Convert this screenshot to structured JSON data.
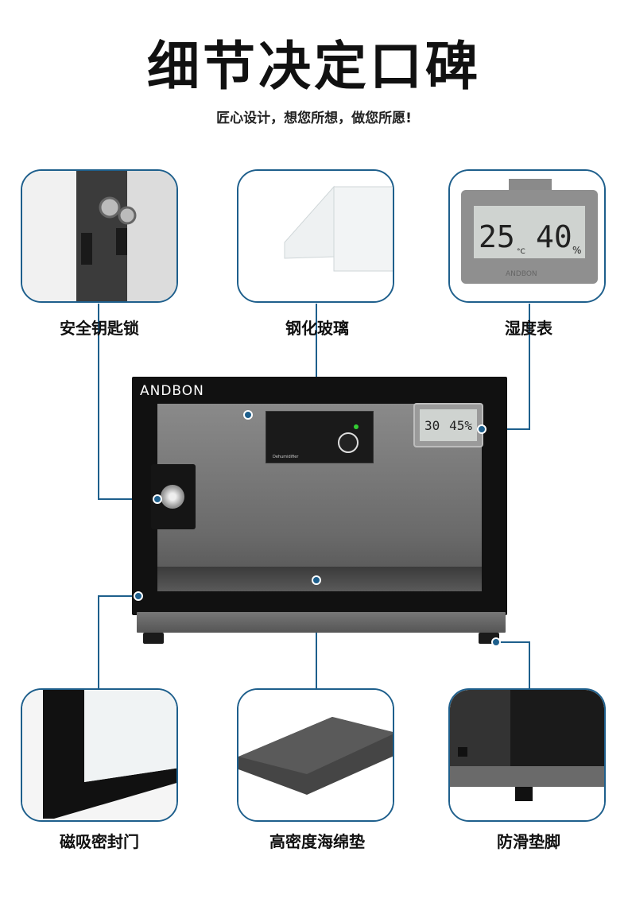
{
  "header": {
    "title": "细节决定口碑",
    "subtitle": "匠心设计，想您所想，做您所愿!"
  },
  "features": [
    {
      "label": "安全钥匙锁",
      "icon": "key-lock-icon"
    },
    {
      "label": "钢化玻璃",
      "icon": "glass-panel-icon"
    },
    {
      "label": "湿度表",
      "icon": "hygrometer-icon"
    },
    {
      "label": "磁吸密封门",
      "icon": "door-frame-icon"
    },
    {
      "label": "高密度海绵垫",
      "icon": "sponge-pad-icon"
    },
    {
      "label": "防滑垫脚",
      "icon": "foot-pad-icon"
    }
  ],
  "cabinet": {
    "brand": "ANDBON",
    "panel_label": "Dehumidifier",
    "hygro_temp": "30",
    "hygro_hum": "45%"
  },
  "hygrometer_card": {
    "temp": "25",
    "hum": "40",
    "unit_t": "°C",
    "unit_h": "%",
    "brand": "ANDBON"
  },
  "colors": {
    "accent": "#1e5f8c"
  }
}
